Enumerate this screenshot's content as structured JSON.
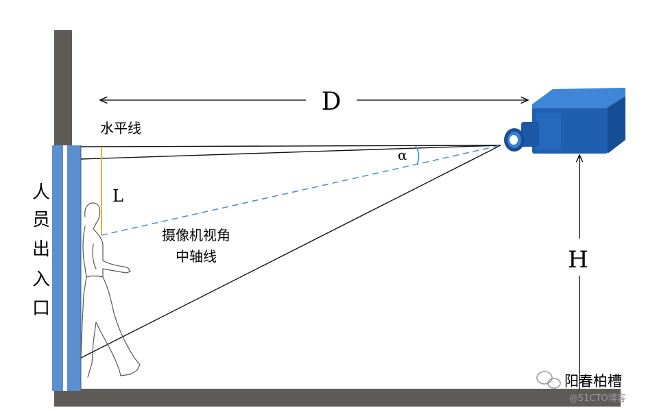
{
  "labels": {
    "distance": "D",
    "height": "H",
    "length": "L",
    "angle": "α",
    "horizontal_line": "水平线",
    "camera_axis_line1": "摄像机视角",
    "camera_axis_line2": "中轴线",
    "entrance": [
      "人",
      "员",
      "出",
      "入",
      "口"
    ]
  },
  "watermark": {
    "brand": "阳春柏槽",
    "site": "@51CTO博客"
  },
  "colors": {
    "wall": "#5f5b57",
    "door_blue": "#5b8fd0",
    "axis_dash": "#4f8fd6",
    "camera": "#1f5fb0",
    "marker": "#e8b040"
  },
  "icons": {
    "camera": "security-camera-icon",
    "person": "walking-person-icon",
    "watermark": "wechat-icon"
  }
}
